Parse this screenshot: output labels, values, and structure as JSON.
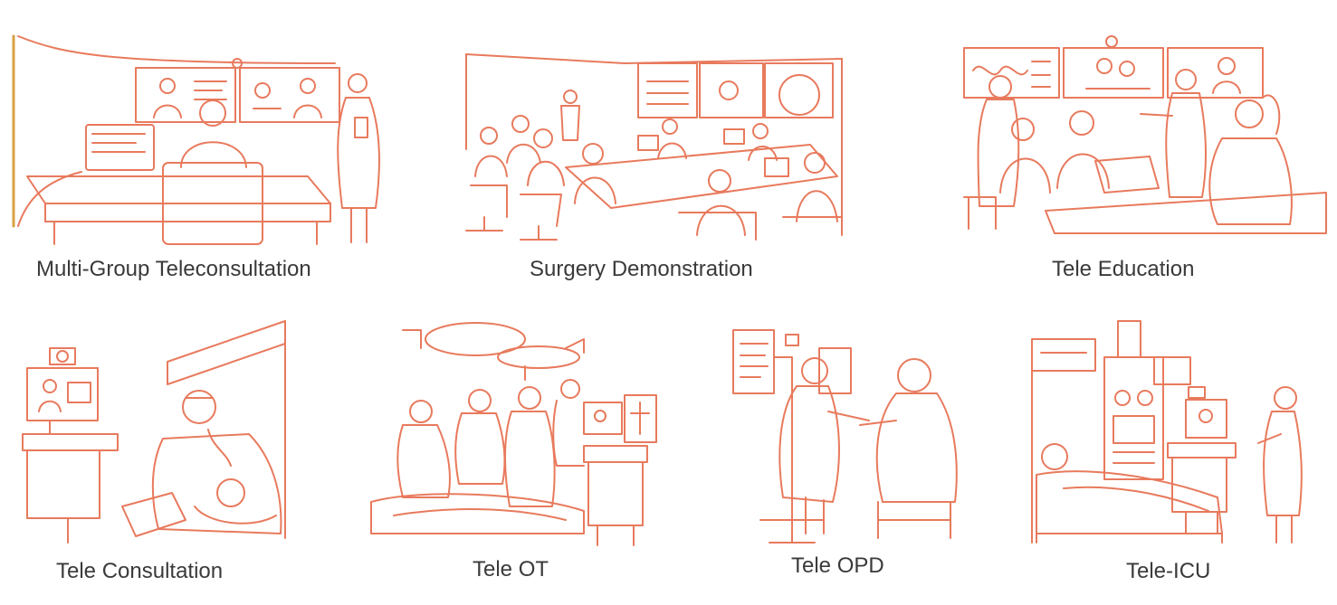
{
  "colors": {
    "line_art": "#e87a5d",
    "caption_text": "#3a3a3a",
    "background": "#ffffff"
  },
  "panels": [
    {
      "id": "multi-group-teleconsultation",
      "label": "Multi-Group Teleconsultation",
      "illustration": "doctor-at-desk-video-wall-icon"
    },
    {
      "id": "surgery-demonstration",
      "label": "Surgery Demonstration",
      "illustration": "conference-room-video-wall-icon"
    },
    {
      "id": "tele-education",
      "label": "Tele Education",
      "illustration": "classroom-presenter-icon"
    },
    {
      "id": "tele-consultation",
      "label": "Tele Consultation",
      "illustration": "doctor-with-infant-cart-icon"
    },
    {
      "id": "tele-ot",
      "label": "Tele OT",
      "illustration": "operating-theatre-icon"
    },
    {
      "id": "tele-opd",
      "label": "Tele OPD",
      "illustration": "outpatient-exam-icon"
    },
    {
      "id": "tele-icu",
      "label": "Tele-ICU",
      "illustration": "icu-bedside-icon"
    }
  ]
}
